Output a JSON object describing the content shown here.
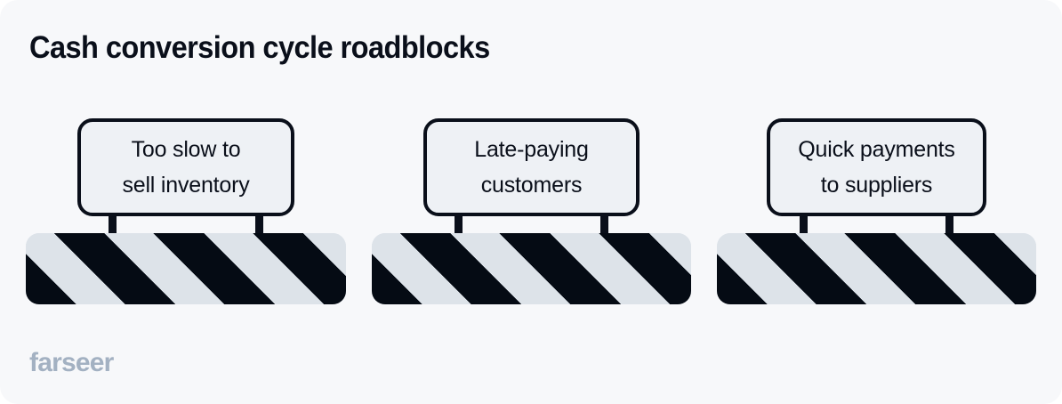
{
  "page": {
    "title": "Cash conversion cycle roadblocks",
    "background_color": "#f7f8fa",
    "text_color": "#0a0f1a"
  },
  "brand": {
    "name": "farseer",
    "color": "#a3b1c2"
  },
  "palette": {
    "dark": "#0a0f1a",
    "stripe_dark": "#050b14",
    "stripe_light": "#dde3e9",
    "sign_fill": "#eef1f5"
  },
  "roadblocks": [
    {
      "id": "too-slow-to-sell-inventory",
      "line1": "Too slow to",
      "line2": "sell inventory"
    },
    {
      "id": "late-paying-customers",
      "line1": "Late-paying",
      "line2": "customers"
    },
    {
      "id": "quick-payments-to-suppliers",
      "line1": "Quick payments",
      "line2": "to suppliers"
    }
  ]
}
